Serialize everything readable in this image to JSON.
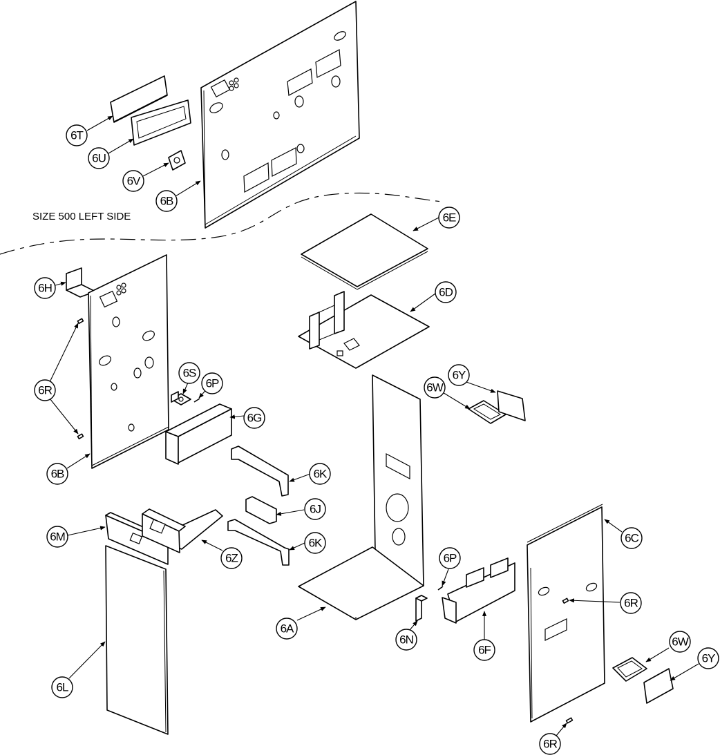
{
  "note": "SIZE 500 LEFT SIDE",
  "callouts": [
    {
      "id": "6T",
      "label": "6T"
    },
    {
      "id": "6U",
      "label": "6U"
    },
    {
      "id": "6V",
      "label": "6V"
    },
    {
      "id": "6B_top",
      "label": "6B"
    },
    {
      "id": "6E",
      "label": "6E"
    },
    {
      "id": "6D",
      "label": "6D"
    },
    {
      "id": "6H",
      "label": "6H"
    },
    {
      "id": "6R_left",
      "label": "6R"
    },
    {
      "id": "6S",
      "label": "6S"
    },
    {
      "id": "6P_left",
      "label": "6P"
    },
    {
      "id": "6G",
      "label": "6G"
    },
    {
      "id": "6B_left",
      "label": "6B"
    },
    {
      "id": "6K_top",
      "label": "6K"
    },
    {
      "id": "6J",
      "label": "6J"
    },
    {
      "id": "6K_bottom",
      "label": "6K"
    },
    {
      "id": "6M",
      "label": "6M"
    },
    {
      "id": "6Z",
      "label": "6Z"
    },
    {
      "id": "6L",
      "label": "6L"
    },
    {
      "id": "6Y_top",
      "label": "6Y"
    },
    {
      "id": "6W_top",
      "label": "6W"
    },
    {
      "id": "6A",
      "label": "6A"
    },
    {
      "id": "6P_right",
      "label": "6P"
    },
    {
      "id": "6N",
      "label": "6N"
    },
    {
      "id": "6F",
      "label": "6F"
    },
    {
      "id": "6C",
      "label": "6C"
    },
    {
      "id": "6R_right",
      "label": "6R"
    },
    {
      "id": "6W_bottom",
      "label": "6W"
    },
    {
      "id": "6Y_bottom",
      "label": "6Y"
    },
    {
      "id": "6R_bottom",
      "label": "6R"
    }
  ]
}
